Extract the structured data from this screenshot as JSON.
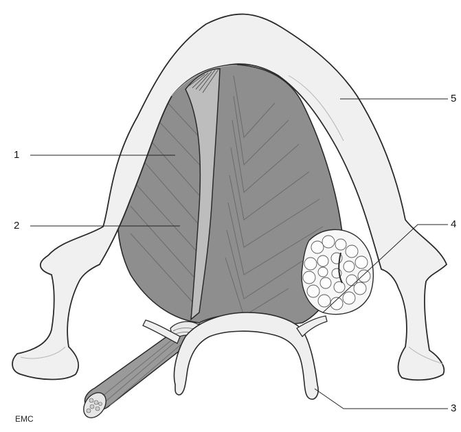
{
  "diagram": {
    "callouts": [
      {
        "id": "c1",
        "label": "1"
      },
      {
        "id": "c2",
        "label": "2"
      },
      {
        "id": "c3",
        "label": "3"
      },
      {
        "id": "c4",
        "label": "4"
      },
      {
        "id": "c5",
        "label": "5"
      }
    ],
    "logo_text": "EMC"
  },
  "colors": {
    "bone": "#f0f0f0",
    "bone_outline": "#2a2a2a",
    "muscle": "#8e8e8e",
    "muscle_dark": "#6f6f6f",
    "tendon": "#c8c8c8",
    "gland": "#f7f7f7",
    "leader_line": "#222222"
  }
}
